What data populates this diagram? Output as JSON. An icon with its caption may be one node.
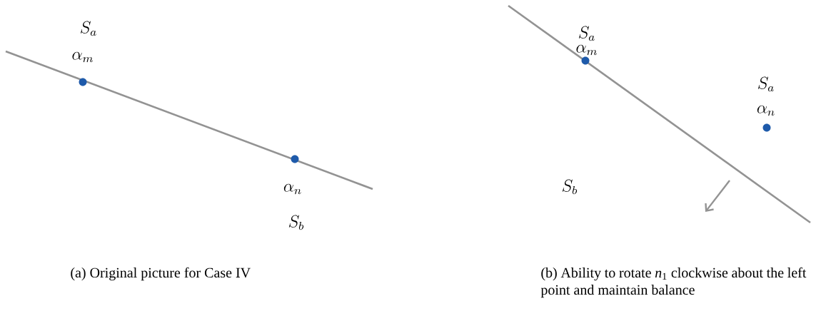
{
  "diagram": {
    "labels": [
      "S_a",
      "\\alpha_m",
      "\\alpha_n",
      "S_b",
      "(a) Original picture for Case IV",
      "S_a",
      "\\alpha_m",
      "S_a",
      "\\alpha_n",
      "S_b",
      "(b) Ability to rotate *n*$_{1}$ clockwise about the left point and maintain balance"
    ]
  }
}
